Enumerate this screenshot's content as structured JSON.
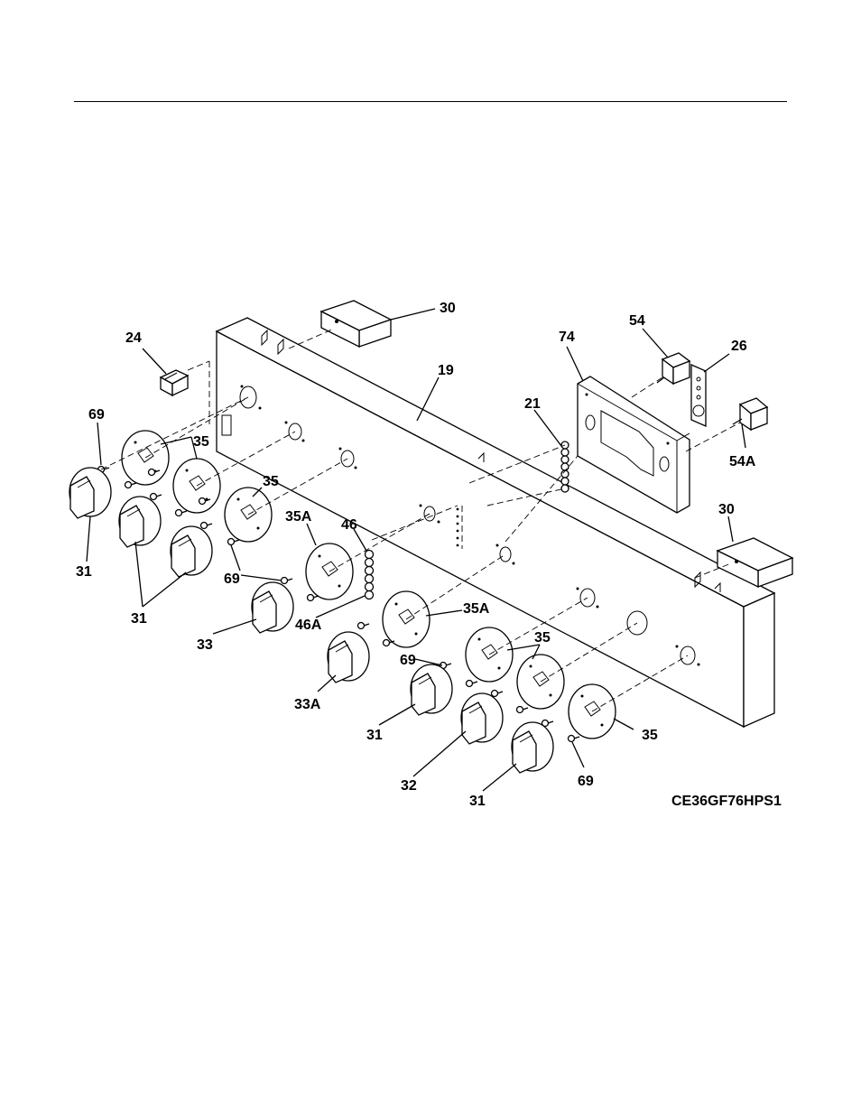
{
  "diagram": {
    "model_code": "CE36GF76HPS1",
    "callouts": [
      {
        "id": "c-30-top",
        "text": "30"
      },
      {
        "id": "c-24",
        "text": "24"
      },
      {
        "id": "c-19",
        "text": "19"
      },
      {
        "id": "c-74",
        "text": "74"
      },
      {
        "id": "c-54",
        "text": "54"
      },
      {
        "id": "c-26",
        "text": "26"
      },
      {
        "id": "c-21",
        "text": "21"
      },
      {
        "id": "c-54a",
        "text": "54A"
      },
      {
        "id": "c-69-a",
        "text": "69"
      },
      {
        "id": "c-35-a",
        "text": "35"
      },
      {
        "id": "c-35-b",
        "text": "35"
      },
      {
        "id": "c-31-a",
        "text": "31"
      },
      {
        "id": "c-31-b",
        "text": "31"
      },
      {
        "id": "c-69-b",
        "text": "69"
      },
      {
        "id": "c-35a-a",
        "text": "35A"
      },
      {
        "id": "c-46",
        "text": "46"
      },
      {
        "id": "c-30-right",
        "text": "30"
      },
      {
        "id": "c-33",
        "text": "33"
      },
      {
        "id": "c-46a",
        "text": "46A"
      },
      {
        "id": "c-35a-b",
        "text": "35A"
      },
      {
        "id": "c-69-c",
        "text": "69"
      },
      {
        "id": "c-35-c",
        "text": "35"
      },
      {
        "id": "c-33a",
        "text": "33A"
      },
      {
        "id": "c-31-c",
        "text": "31"
      },
      {
        "id": "c-35-d",
        "text": "35"
      },
      {
        "id": "c-32",
        "text": "32"
      },
      {
        "id": "c-31-d",
        "text": "31"
      },
      {
        "id": "c-69-d",
        "text": "69"
      }
    ]
  }
}
